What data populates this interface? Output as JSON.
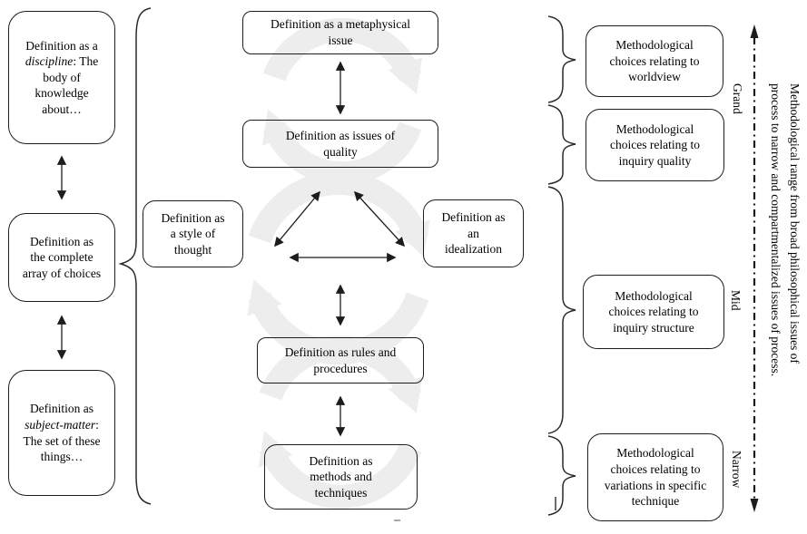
{
  "canvas": {
    "background": "#ffffff",
    "line_color": "#1c1c1c",
    "watermark_color": "#ededed"
  },
  "left_column": {
    "boxes": [
      {
        "prefix": "Definition as a ",
        "italic": "discipline",
        "suffix": ": The body of knowledge about…"
      },
      {
        "text": "Definition as the complete array of choices"
      },
      {
        "prefix": "Definition as ",
        "italic": "subject-matter",
        "suffix": ": The set of these things…"
      }
    ]
  },
  "center": {
    "metaphysical": "Definition as a metaphysical issue",
    "quality": "Definition as issues of quality",
    "style": "Definition as a style of thought",
    "idealization": "Definition as an idealization",
    "rules": "Definition as rules and procedures",
    "methods": "Definition as methods and techniques"
  },
  "right_column": {
    "boxes": [
      "Methodological choices relating to worldview",
      "Methodological choices relating to inquiry quality",
      "Methodological choices relating to inquiry structure",
      "Methodological choices relating to variations in specific technique"
    ],
    "scale_labels": {
      "grand": "Grand",
      "mid": "Mid",
      "narrow": "Narrow"
    }
  },
  "sidebar": {
    "line1": "Methodological range from broad philosophical issues of",
    "line2": "process to narrow and compartmentalized issues of process."
  }
}
